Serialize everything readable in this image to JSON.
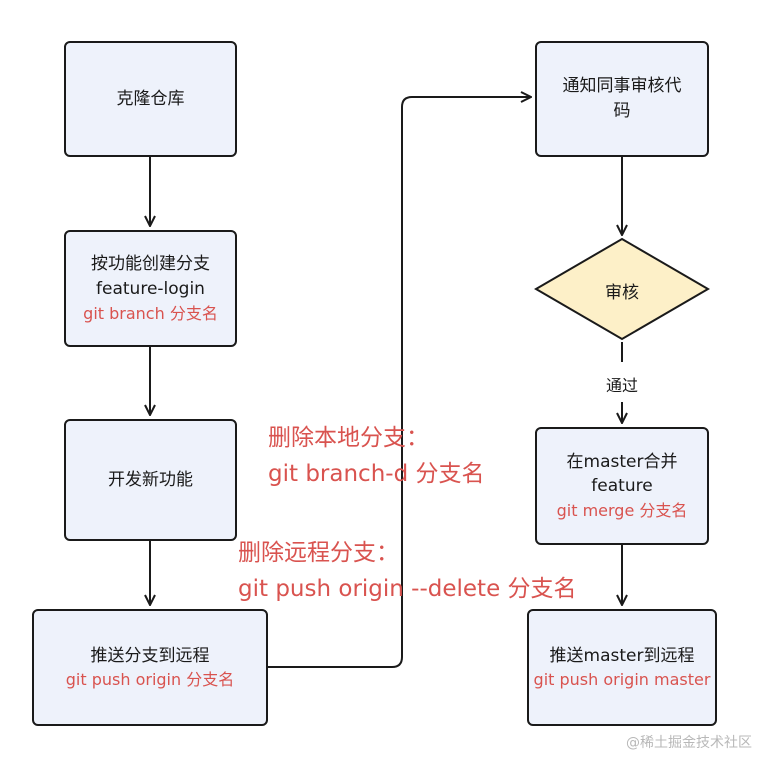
{
  "nodes": {
    "clone": {
      "title": "克隆仓库"
    },
    "create_branch": {
      "title": "按功能创建分支",
      "subtitle": "feature-login",
      "command": "git branch 分支名"
    },
    "develop": {
      "title": "开发新功能"
    },
    "push_branch": {
      "title": "推送分支到远程",
      "command": "git push origin 分支名"
    },
    "notify": {
      "title_line1": "通知同事审核代",
      "title_line2": "码"
    },
    "review": {
      "title": "审核"
    },
    "merge": {
      "title": "在master合并",
      "subtitle": "feature",
      "command": "git merge 分支名"
    },
    "push_master": {
      "title": "推送master到远程",
      "command": "git push origin master"
    }
  },
  "edge_labels": {
    "review_pass": "通过"
  },
  "notes": {
    "delete_local": {
      "heading": "删除本地分支：",
      "command": "git branch-d 分支名"
    },
    "delete_remote": {
      "heading": "删除远程分支：",
      "command": "git push origin --delete 分支名"
    }
  },
  "watermark": "@稀土掘金技术社区",
  "colors": {
    "node_fill": "#eef2fb",
    "decision_fill": "#fdf0c8",
    "stroke": "#1a1a1a",
    "command_text": "#d9534f"
  }
}
